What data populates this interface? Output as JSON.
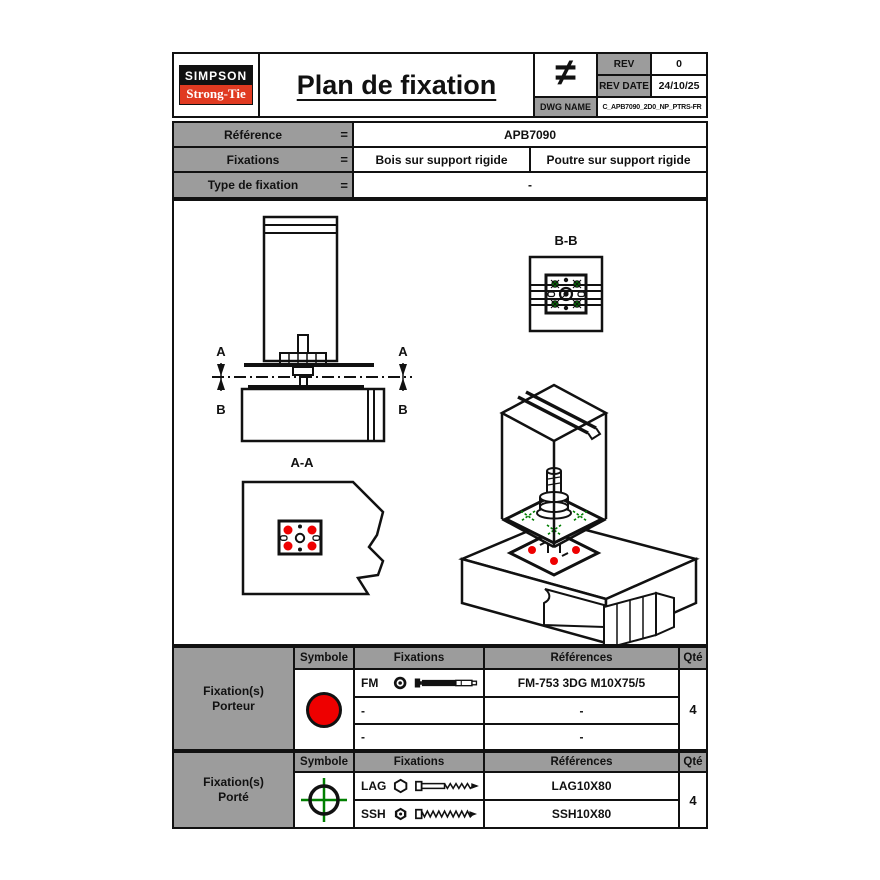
{
  "colors": {
    "accent-red": "#ee0000",
    "accent-green": "#007f00",
    "logo-red": "#e03a21",
    "header-gray": "#9c9c9c"
  },
  "title_block": {
    "logo_top": "SIMPSON",
    "logo_bottom": "Strong-Tie",
    "title": "Plan de fixation",
    "symbol": "≠",
    "rev_label": "REV",
    "rev_value": "0",
    "rev_date_label": "REV DATE",
    "rev_date_value": "24/10/25",
    "dwg_label": "DWG NAME",
    "dwg_value": "C_APB7090_2D0_NP_PTRS-FR"
  },
  "reference_table": {
    "rows": [
      {
        "label": "Référence",
        "eq": "=",
        "value": "APB7090"
      },
      {
        "label": "Fixations",
        "eq": "=",
        "value_left": "Bois sur support rigide",
        "value_right": "Poutre sur support rigide"
      },
      {
        "label": "Type de fixation",
        "eq": "=",
        "value": "-"
      }
    ]
  },
  "drawing": {
    "marker_a": "A",
    "marker_b": "B",
    "section_aa": "A-A",
    "section_bb": "B-B"
  },
  "porteur_table": {
    "group_line1": "Fixation(s)",
    "group_line2": "Porteur",
    "col_symbole": "Symbole",
    "col_fixations": "Fixations",
    "col_references": "Références",
    "col_qte": "Qté",
    "rows": [
      {
        "code": "FM",
        "reference": "FM-753 3DG M10X75/5"
      },
      {
        "code": "-",
        "reference": "-"
      },
      {
        "code": "-",
        "reference": "-"
      }
    ],
    "qty": "4"
  },
  "porte_table": {
    "group_line1": "Fixation(s)",
    "group_line2": "Porté",
    "col_symbole": "Symbole",
    "col_fixations": "Fixations",
    "col_references": "Références",
    "col_qte": "Qté",
    "rows": [
      {
        "code": "LAG",
        "reference": "LAG10X80"
      },
      {
        "code": "SSH",
        "reference": "SSH10X80"
      }
    ],
    "qty": "4"
  },
  "icons": {
    "porteur_symbol": "red-filled-circle",
    "porte_symbol": "green-crosshair-circle",
    "fm_icons": [
      "washer-icon",
      "wedge-anchor-icon"
    ],
    "lag_icons": [
      "hex-nut-icon",
      "lag-screw-icon"
    ],
    "ssh_icons": [
      "hex-washer-head-icon",
      "wood-screw-icon"
    ],
    "header_symbol": "not-equal-icon"
  }
}
